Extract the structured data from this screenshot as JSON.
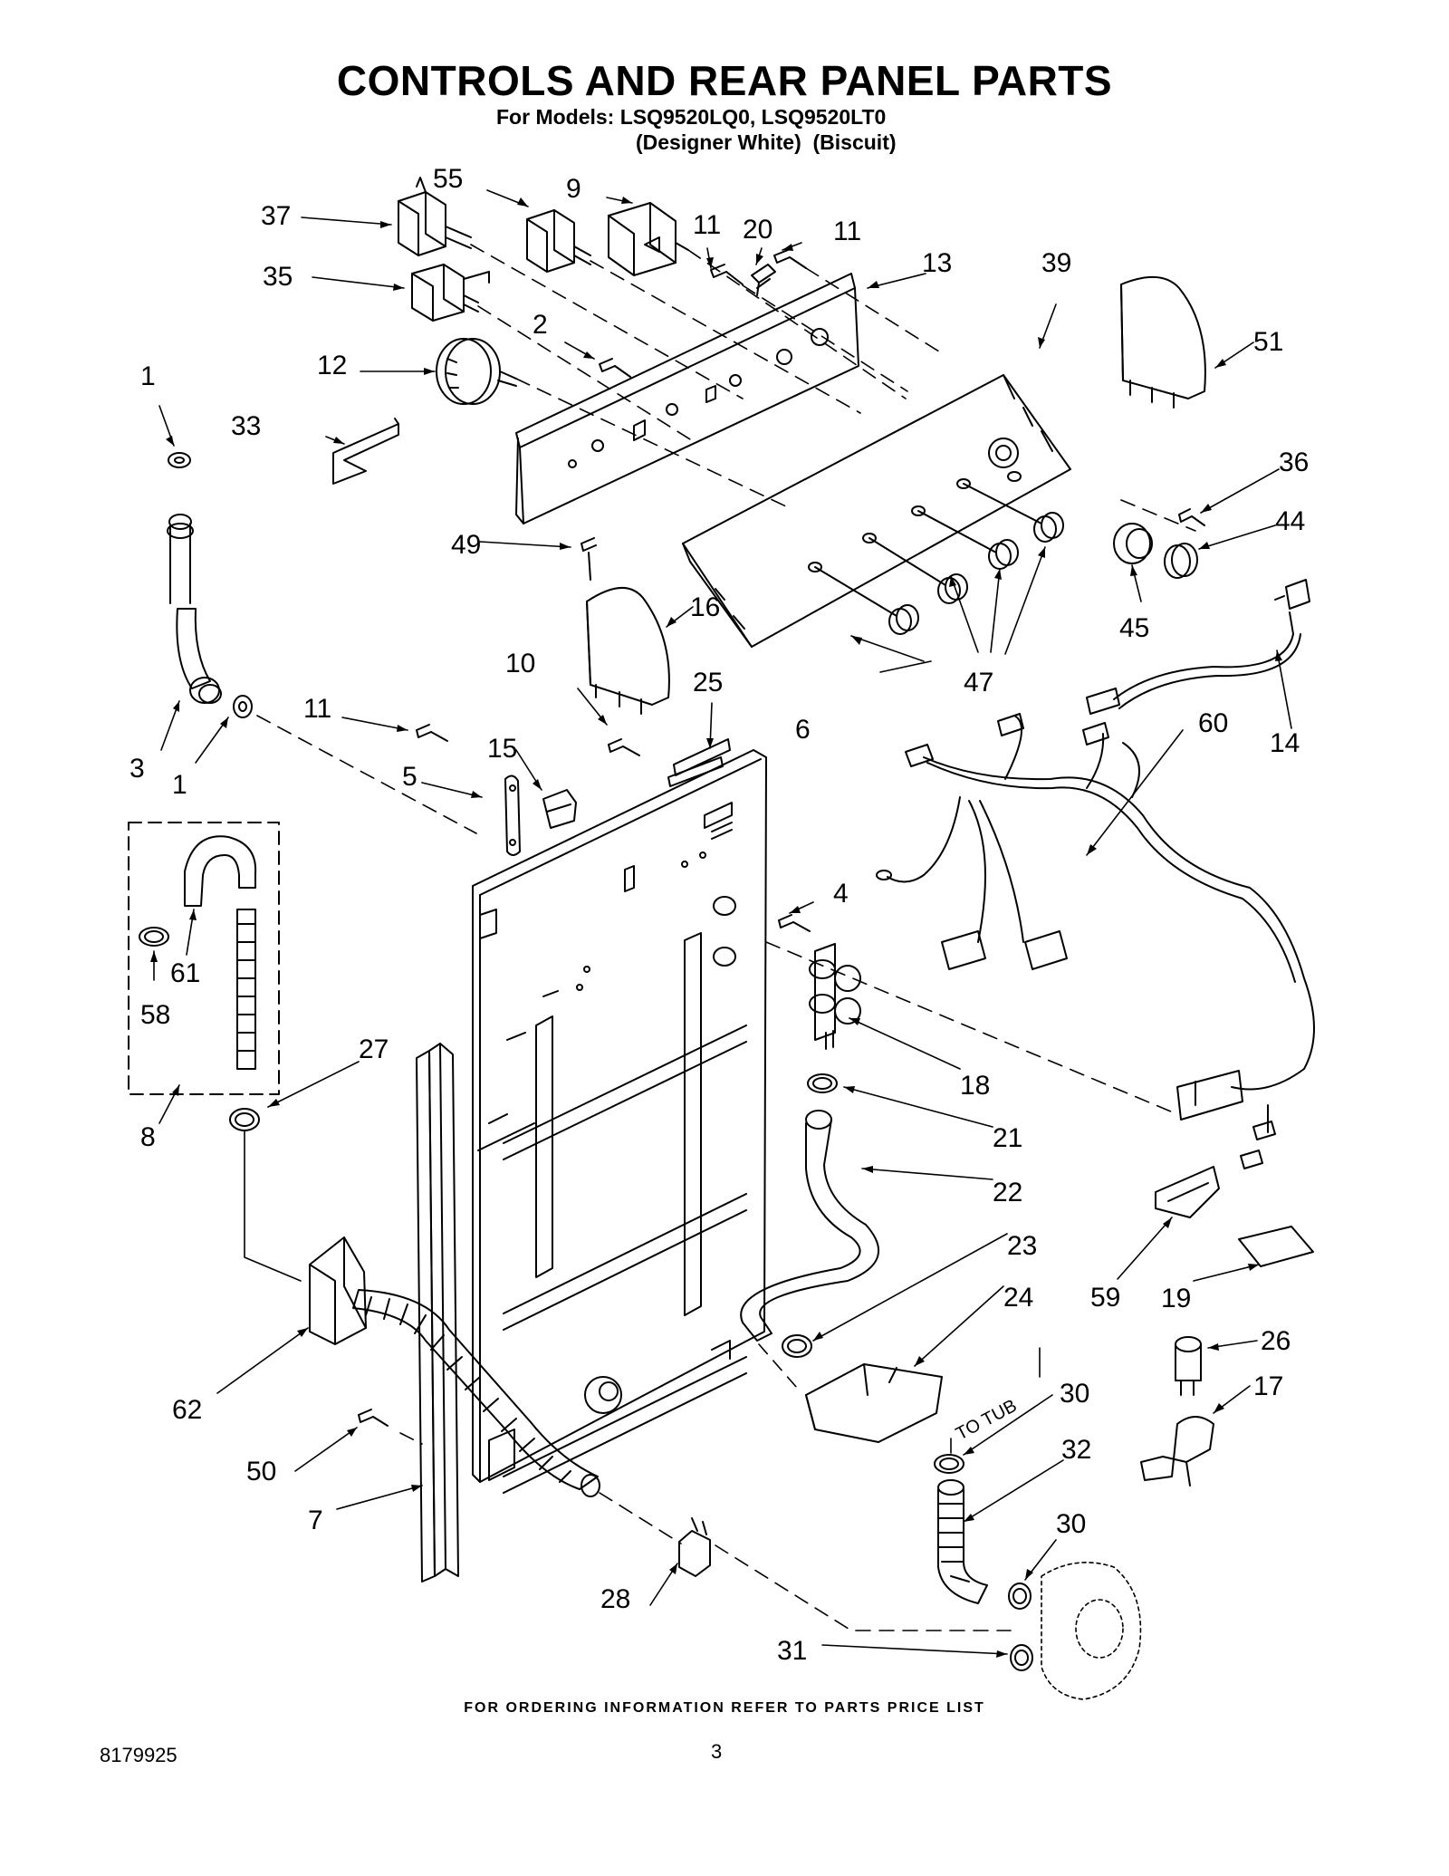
{
  "header": {
    "title": "CONTROLS AND REAR PANEL PARTS",
    "models_line": "For Models: LSQ9520LQ0, LSQ9520LT0",
    "colors_line": "(Designer White)  (Biscuit)"
  },
  "callouts": [
    {
      "id": "c55",
      "text": "55"
    },
    {
      "id": "c9",
      "text": "9"
    },
    {
      "id": "c37",
      "text": "37"
    },
    {
      "id": "c11a",
      "text": "11"
    },
    {
      "id": "c20",
      "text": "20"
    },
    {
      "id": "c11b",
      "text": "11"
    },
    {
      "id": "c13",
      "text": "13"
    },
    {
      "id": "c39",
      "text": "39"
    },
    {
      "id": "c35",
      "text": "35"
    },
    {
      "id": "c2",
      "text": "2"
    },
    {
      "id": "c51",
      "text": "51"
    },
    {
      "id": "c1a",
      "text": "1"
    },
    {
      "id": "c12",
      "text": "12"
    },
    {
      "id": "c33",
      "text": "33"
    },
    {
      "id": "c36",
      "text": "36"
    },
    {
      "id": "c44",
      "text": "44"
    },
    {
      "id": "c49",
      "text": "49"
    },
    {
      "id": "c16",
      "text": "16"
    },
    {
      "id": "c45",
      "text": "45"
    },
    {
      "id": "c10",
      "text": "10"
    },
    {
      "id": "c25",
      "text": "25"
    },
    {
      "id": "c47",
      "text": "47"
    },
    {
      "id": "c11c",
      "text": "11"
    },
    {
      "id": "c6",
      "text": "6"
    },
    {
      "id": "c60",
      "text": "60"
    },
    {
      "id": "c14",
      "text": "14"
    },
    {
      "id": "c3",
      "text": "3"
    },
    {
      "id": "c15",
      "text": "15"
    },
    {
      "id": "c1b",
      "text": "1"
    },
    {
      "id": "c5",
      "text": "5"
    },
    {
      "id": "c4",
      "text": "4"
    },
    {
      "id": "c61",
      "text": "61"
    },
    {
      "id": "c58",
      "text": "58"
    },
    {
      "id": "c27",
      "text": "27"
    },
    {
      "id": "c18",
      "text": "18"
    },
    {
      "id": "c8",
      "text": "8"
    },
    {
      "id": "c21",
      "text": "21"
    },
    {
      "id": "c22",
      "text": "22"
    },
    {
      "id": "c23",
      "text": "23"
    },
    {
      "id": "c24",
      "text": "24"
    },
    {
      "id": "c59",
      "text": "59"
    },
    {
      "id": "c19",
      "text": "19"
    },
    {
      "id": "c26",
      "text": "26"
    },
    {
      "id": "c62",
      "text": "62"
    },
    {
      "id": "c30a",
      "text": "30"
    },
    {
      "id": "c17",
      "text": "17"
    },
    {
      "id": "c32",
      "text": "32"
    },
    {
      "id": "c50",
      "text": "50"
    },
    {
      "id": "c7",
      "text": "7"
    },
    {
      "id": "c30b",
      "text": "30"
    },
    {
      "id": "c28",
      "text": "28"
    },
    {
      "id": "c31",
      "text": "31"
    }
  ],
  "annotations": {
    "to_tub": "TO TUB"
  },
  "footer": {
    "ordering_note": "FOR ORDERING INFORMATION REFER TO PARTS PRICE LIST",
    "document_number": "8179925",
    "page_number": "3"
  }
}
